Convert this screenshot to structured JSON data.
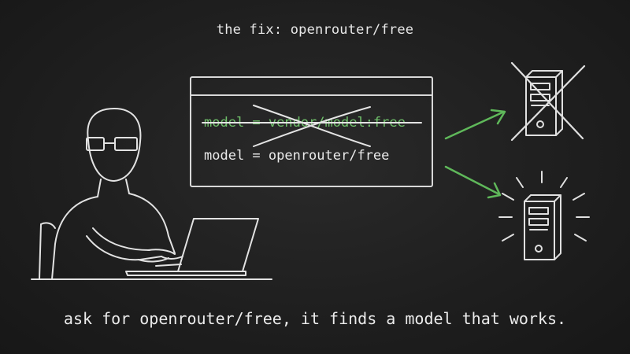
{
  "title": "the fix: openrouter/free",
  "code": {
    "old_line": "model = vendor/model:free",
    "new_line": "model = openrouter/free"
  },
  "caption": "ask for openrouter/free, it finds a model that works.",
  "colors": {
    "background": "#1f1f1f",
    "chalk": "#e0e0e0",
    "accent_green": "#5fb85a"
  },
  "icons": {
    "person": "person-at-laptop-icon",
    "failed_server": "crossed-out-server-icon",
    "working_server": "glowing-server-icon"
  }
}
